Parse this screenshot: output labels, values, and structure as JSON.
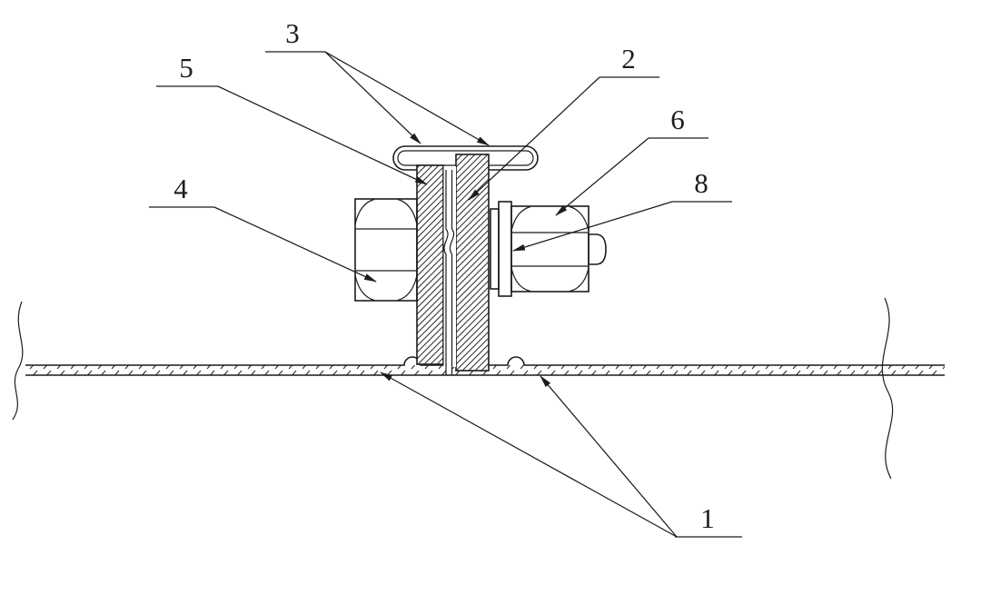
{
  "figure": {
    "background_color": "#ffffff",
    "line_color": "#1c1c1c",
    "description_visible_text_only": "numbered part callouts on a sectional assembly drawing",
    "labels": {
      "l1": {
        "text": "1"
      },
      "l2": {
        "text": "2"
      },
      "l3": {
        "text": "3"
      },
      "l4": {
        "text": "4"
      },
      "l5": {
        "text": "5"
      },
      "l6": {
        "text": "6"
      },
      "l8": {
        "text": "8"
      }
    }
  }
}
